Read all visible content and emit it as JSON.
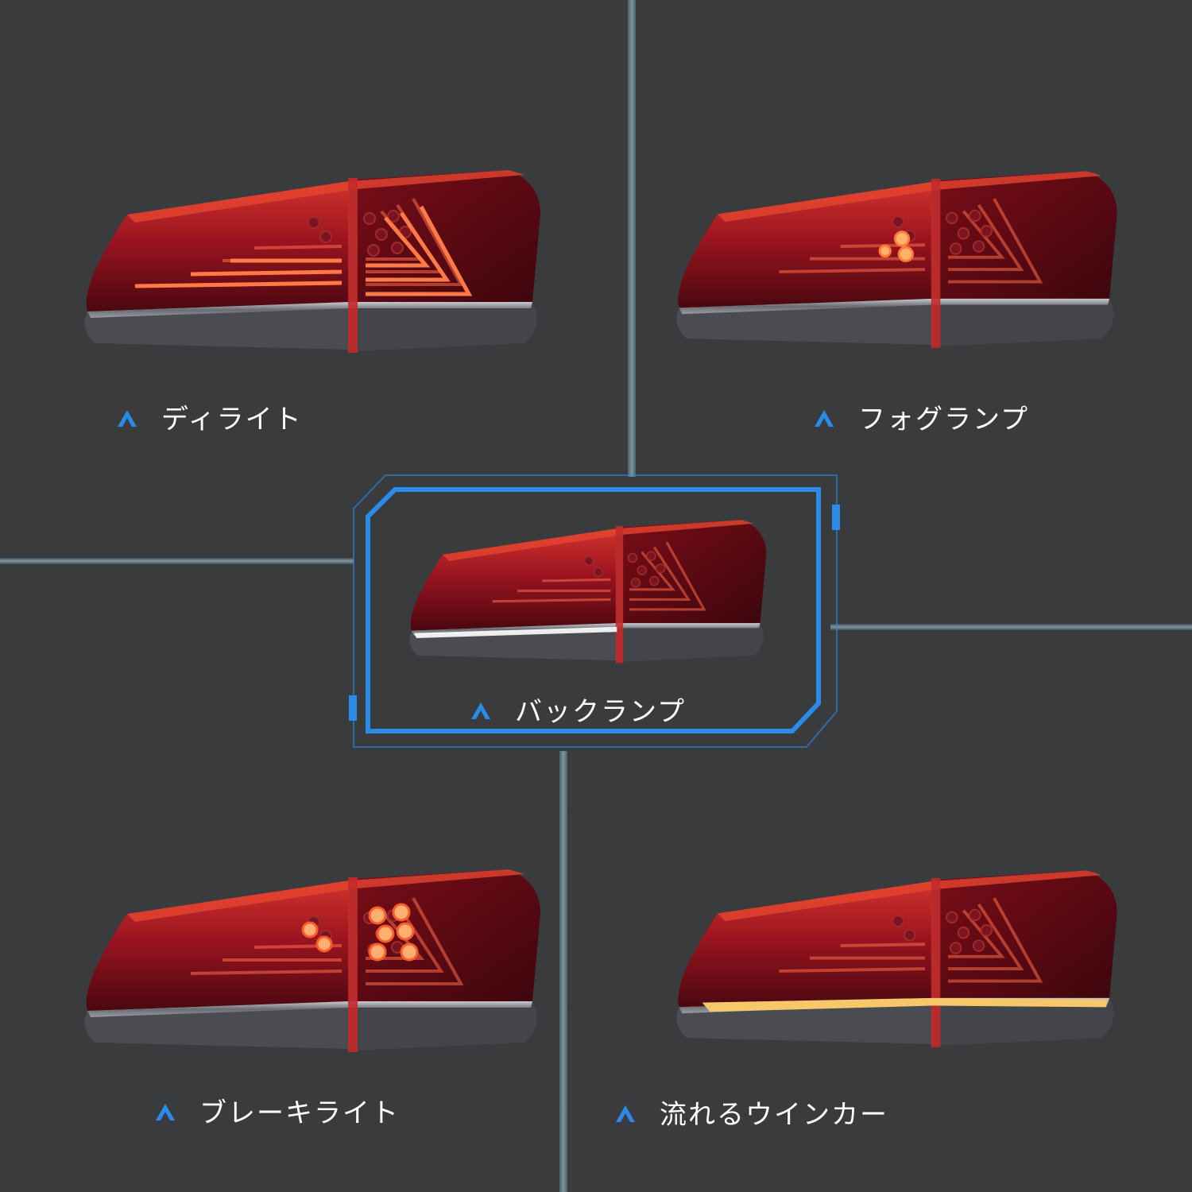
{
  "colors": {
    "background": "#3a3b3d",
    "accent": "#2a8be8",
    "lamp_red": "#b3151f",
    "lamp_dark": "#5a0a12",
    "turn_amber": "#f6c86a"
  },
  "panels": [
    {
      "id": "day",
      "label": "ディライト",
      "icon": "chevron-up-icon"
    },
    {
      "id": "fog",
      "label": "フォグランプ",
      "icon": "chevron-up-icon"
    },
    {
      "id": "reverse",
      "label": "バックランプ",
      "icon": "chevron-up-icon",
      "highlighted": true
    },
    {
      "id": "brake",
      "label": "ブレーキライト",
      "icon": "chevron-up-icon"
    },
    {
      "id": "turn",
      "label": "流れるウインカー",
      "icon": "chevron-up-icon"
    }
  ]
}
